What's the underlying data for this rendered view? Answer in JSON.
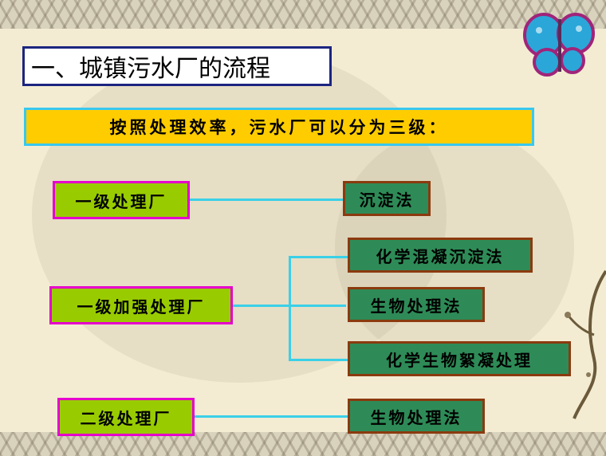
{
  "title": "一、城镇污水厂的流程",
  "subtitle": "按照处理效率，污水厂可以分为三级：",
  "plants": [
    {
      "label": "一级处理厂"
    },
    {
      "label": "一级加强处理厂"
    },
    {
      "label": "二级处理厂"
    }
  ],
  "methods": [
    {
      "label": "沉淀法"
    },
    {
      "label": "化学混凝沉淀法"
    },
    {
      "label": "生物处理法"
    },
    {
      "label": "化学生物絮凝处理"
    },
    {
      "label": "生物处理法"
    }
  ],
  "colors": {
    "plant_fill": "#99cc00",
    "plant_border": "#e600cc",
    "method_fill": "#2e8b57",
    "method_border": "#8b3a0f",
    "connector": "#3ad0e8",
    "subtitle_fill": "#ffcc00",
    "title_border": "#1c2580"
  },
  "decorations": {
    "corner_icon": "butterfly-icon"
  }
}
